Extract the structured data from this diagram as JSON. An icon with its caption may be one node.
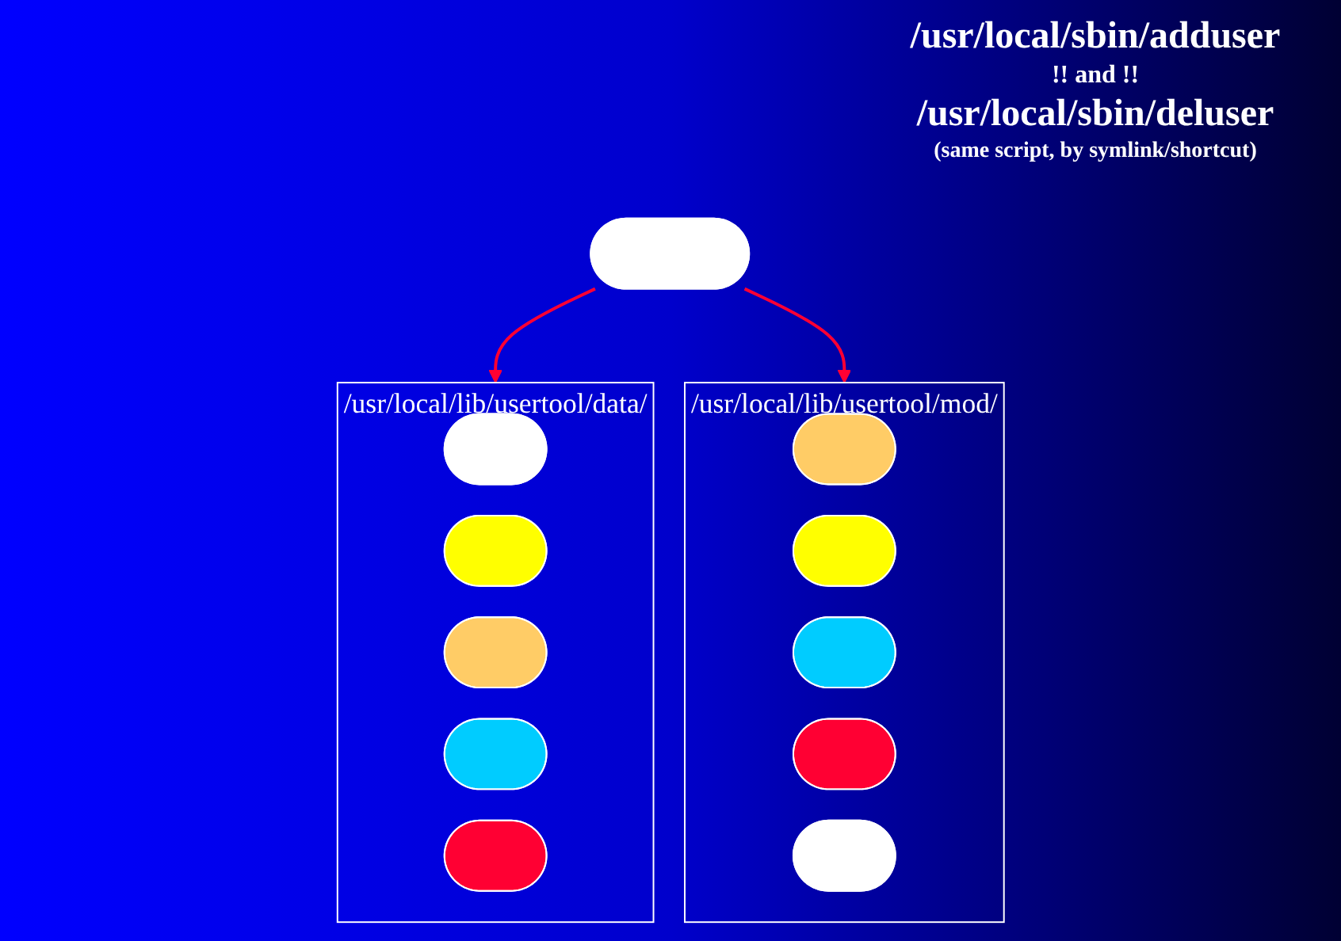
{
  "diagram": {
    "nodes": [
      {
        "text": [],
        "shape": "ellipse",
        "beside": [
          "/usr/local/sbin/adduser",
          "!! and !!",
          "/usr/local/sbin/deluser",
          "(same script, by symlink/shortcut)"
        ]
      },
      {
        "text": [
          "/usr/local/lib/usertool/data/"
        ]
      },
      {
        "text": [
          "/usr/local/lib/usertool/mod/"
        ]
      },
      {
        "text": [],
        "shape": "ellipse",
        "in": 1
      },
      {
        "text": [],
        "shape": "ellipse",
        "in": 1
      },
      {
        "text": [],
        "shape": "ellipse",
        "in": 1
      },
      {
        "text": [],
        "shape": "ellipse",
        "in": 1
      },
      {
        "text": [],
        "shape": "ellipse",
        "in": 1
      },
      {
        "text": [],
        "shape": "ellipse",
        "in": 2
      },
      {
        "text": [],
        "shape": "ellipse",
        "in": 2
      },
      {
        "text": [],
        "shape": "ellipse",
        "in": 2
      },
      {
        "text": [],
        "shape": "ellipse",
        "in": 2
      },
      {
        "text": [],
        "shape": "ellipse",
        "in": 2
      }
    ],
    "edges": [
      {
        "from": 0,
        "to": 1,
        "arrow": "to"
      },
      {
        "from": 0,
        "to": 2,
        "arrow": "to"
      }
    ]
  }
}
